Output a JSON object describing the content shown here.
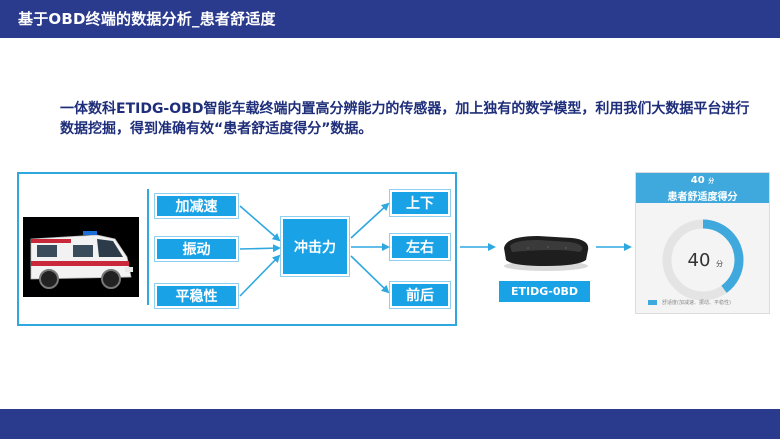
{
  "header": {
    "title": "基于OBD终端的数据分析_患者舒适度"
  },
  "intro": {
    "text": "一体数科ETIDG-OBD智能车载终端内置高分辨能力的传感器，加上独有的数学模型，利用我们大数据平台进行数据挖掘，得到准确有效“患者舒适度得分”数据。"
  },
  "diagram": {
    "inputs": [
      "加减速",
      "振动",
      "平稳性"
    ],
    "center": "冲击力",
    "outputs": [
      "上下",
      "左右",
      "前后"
    ],
    "device_label": "ETIDG-0BD"
  },
  "score_card": {
    "score": "40",
    "unit": "分",
    "title": "患者舒适度得分",
    "gauge_fraction": 0.4,
    "legend": "舒适度(加减速、振动、平稳性)"
  },
  "colors": {
    "bar": "#2a3a8c",
    "accent": "#1aa2e6",
    "frame": "#2fa8e0",
    "text": "#1f2e7a"
  }
}
